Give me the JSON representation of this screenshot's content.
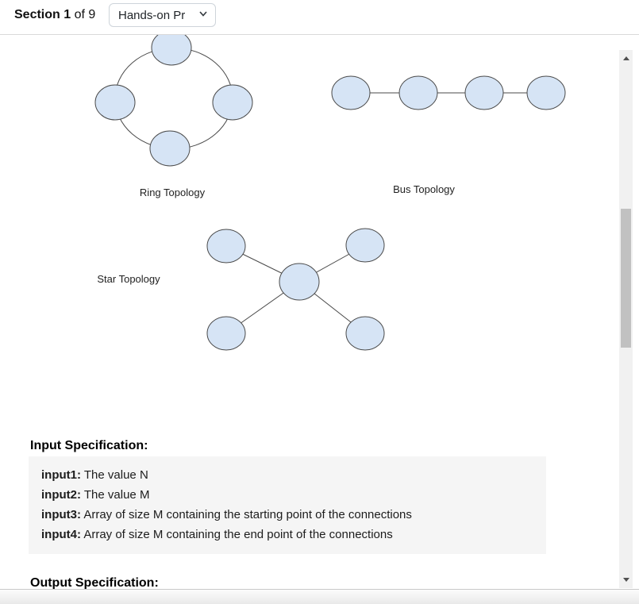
{
  "header": {
    "section_bold": "Section 1",
    "section_rest": " of 9",
    "dropdown": {
      "value": "Hands-on Pr"
    }
  },
  "diagram": {
    "ring_label": "Ring Topology",
    "bus_label": "Bus Topology",
    "star_label": "Star Topology",
    "node_fill": "#d6e4f5",
    "node_stroke": "#4a4a4a"
  },
  "input_spec": {
    "heading": "Input Specification:",
    "items": [
      {
        "label": "input1:",
        "text": " The value N"
      },
      {
        "label": "input2:",
        "text": " The value M"
      },
      {
        "label": "input3:",
        "text": " Array of size M containing the starting point of the connections"
      },
      {
        "label": "input4:",
        "text": " Array of size M containing the end point of the connections"
      }
    ]
  },
  "output_spec": {
    "heading": "Output Specification:"
  }
}
